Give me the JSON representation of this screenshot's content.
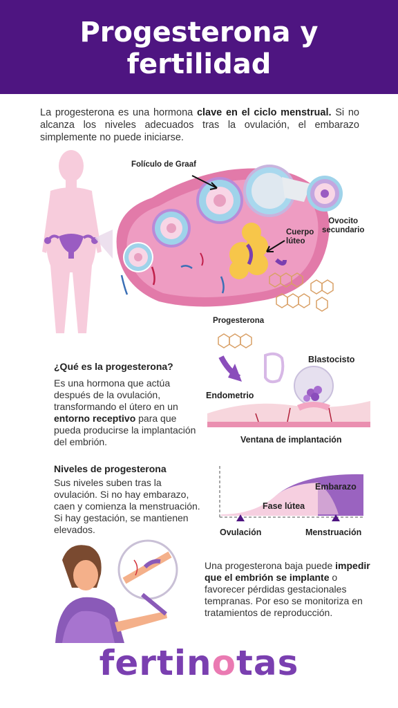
{
  "header": {
    "title_line1": "Progesterona y",
    "title_line2": "fertilidad"
  },
  "intro": {
    "part1": "La progesterona es una hormona ",
    "bold1": "clave en el ciclo menstrual.",
    "part2": " Si no alcanza los niveles adecuados tras la ovulación, el embarazo simplemente no puede iniciarse."
  },
  "ovary_labels": {
    "follicle": "Folículo de Graaf",
    "oocyte_line1": "Ovocito",
    "oocyte_line2": "secundario",
    "corpus_line1": "Cuerpo",
    "corpus_line2": "lúteo",
    "progesterone": "Progesterona"
  },
  "what_is": {
    "title": "¿Qué es la progesterona?",
    "part1": "Es una hormona que actúa después de la ovulación, transformando el útero en un ",
    "bold1": "entorno receptivo",
    "part2": " para que pueda producirse la implantación del embrión."
  },
  "implantation": {
    "blastocyst": "Blastocisto",
    "endometrium": "Endometrio",
    "window": "Ventana de implantación"
  },
  "levels": {
    "title": "Niveles de progesterona",
    "text": "Sus niveles suben tras la ovulación. Si no hay embarazo, caen y comienza la menstruación. Si hay gestación, se mantienen elevados."
  },
  "level_chart": {
    "pregnancy": "Embarazo",
    "luteal": "Fase lútea",
    "ovulation": "Ovulación",
    "menstruation": "Menstruación"
  },
  "bottom": {
    "part1": "Una progesterona baja puede ",
    "bold1": "impedir que el embrión se implante",
    "part2": " o favorecer pérdidas gestacionales tempranas. Por eso se monitoriza en tratamientos de reproducción."
  },
  "logo": {
    "part1": "fertin",
    "o": "o",
    "part2": "tas"
  },
  "colors": {
    "header": "#4e1581",
    "purple": "#7a3fb0",
    "pink": "#ea7ab2"
  }
}
